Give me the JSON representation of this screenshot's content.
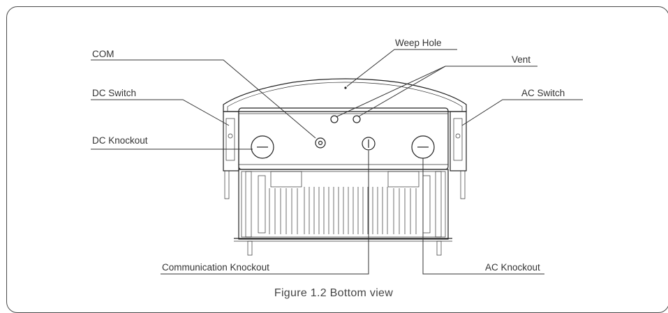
{
  "caption": "Figure 1.2 Bottom view",
  "callouts": {
    "com": "COM",
    "weep_hole": "Weep Hole",
    "vent": "Vent",
    "dc_switch": "DC Switch",
    "ac_switch": "AC Switch",
    "dc_knockout": "DC Knockout",
    "communication_knockout": "Communication Knockout",
    "ac_knockout": "AC Knockout"
  }
}
